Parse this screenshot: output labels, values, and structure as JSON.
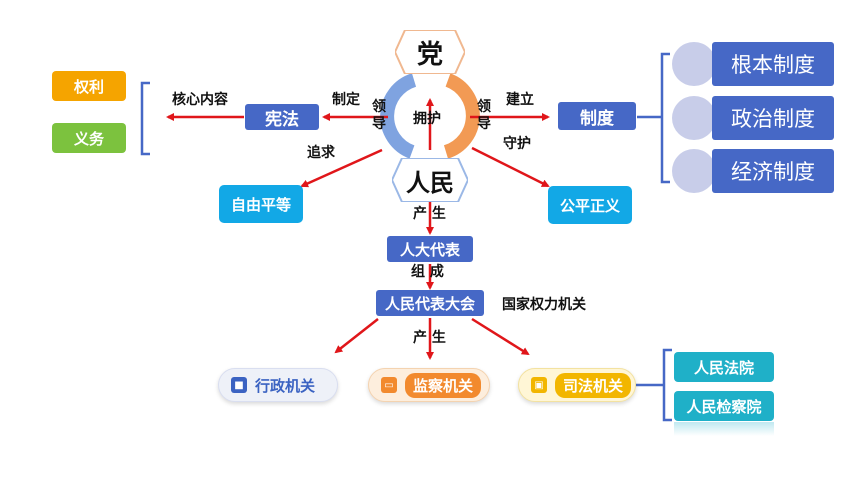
{
  "party": "党",
  "people": "人民",
  "support": "拥护",
  "lead_left": [
    "领",
    "导"
  ],
  "lead_right": [
    "领",
    "导"
  ],
  "constitution": "宪法",
  "system": "制度",
  "rights": "权利",
  "duties": "义务",
  "core_content": "核心内容",
  "formulate": "制定",
  "establish": "建立",
  "pursue": "追求",
  "guard": "守护",
  "freedom_equality": "自由平等",
  "fairness_justice": "公平正义",
  "produce_1": "产 生",
  "npc_deputies": "人大代表",
  "compose": "组 成",
  "peoples_congress": "人民代表大会",
  "state_power_organ": "国家权力机关",
  "produce_2": "产 生",
  "organs": [
    {
      "label": "行政机关",
      "color": "#3b63c2"
    },
    {
      "label": "监察机关",
      "color": "#f28a2e"
    },
    {
      "label": "司法机关",
      "color": "#f2b600"
    }
  ],
  "courts": "人民法院",
  "procuratorates": "人民检察院",
  "systems": [
    "根本制度",
    "政治制度",
    "经济制度"
  ],
  "colors": {
    "blue": "#4668c6",
    "cyan": "#12a8e6",
    "orange": "#f5a400",
    "green": "#7cc23e",
    "arrow_red": "#e0161a",
    "teal": "#1fb0c8"
  }
}
